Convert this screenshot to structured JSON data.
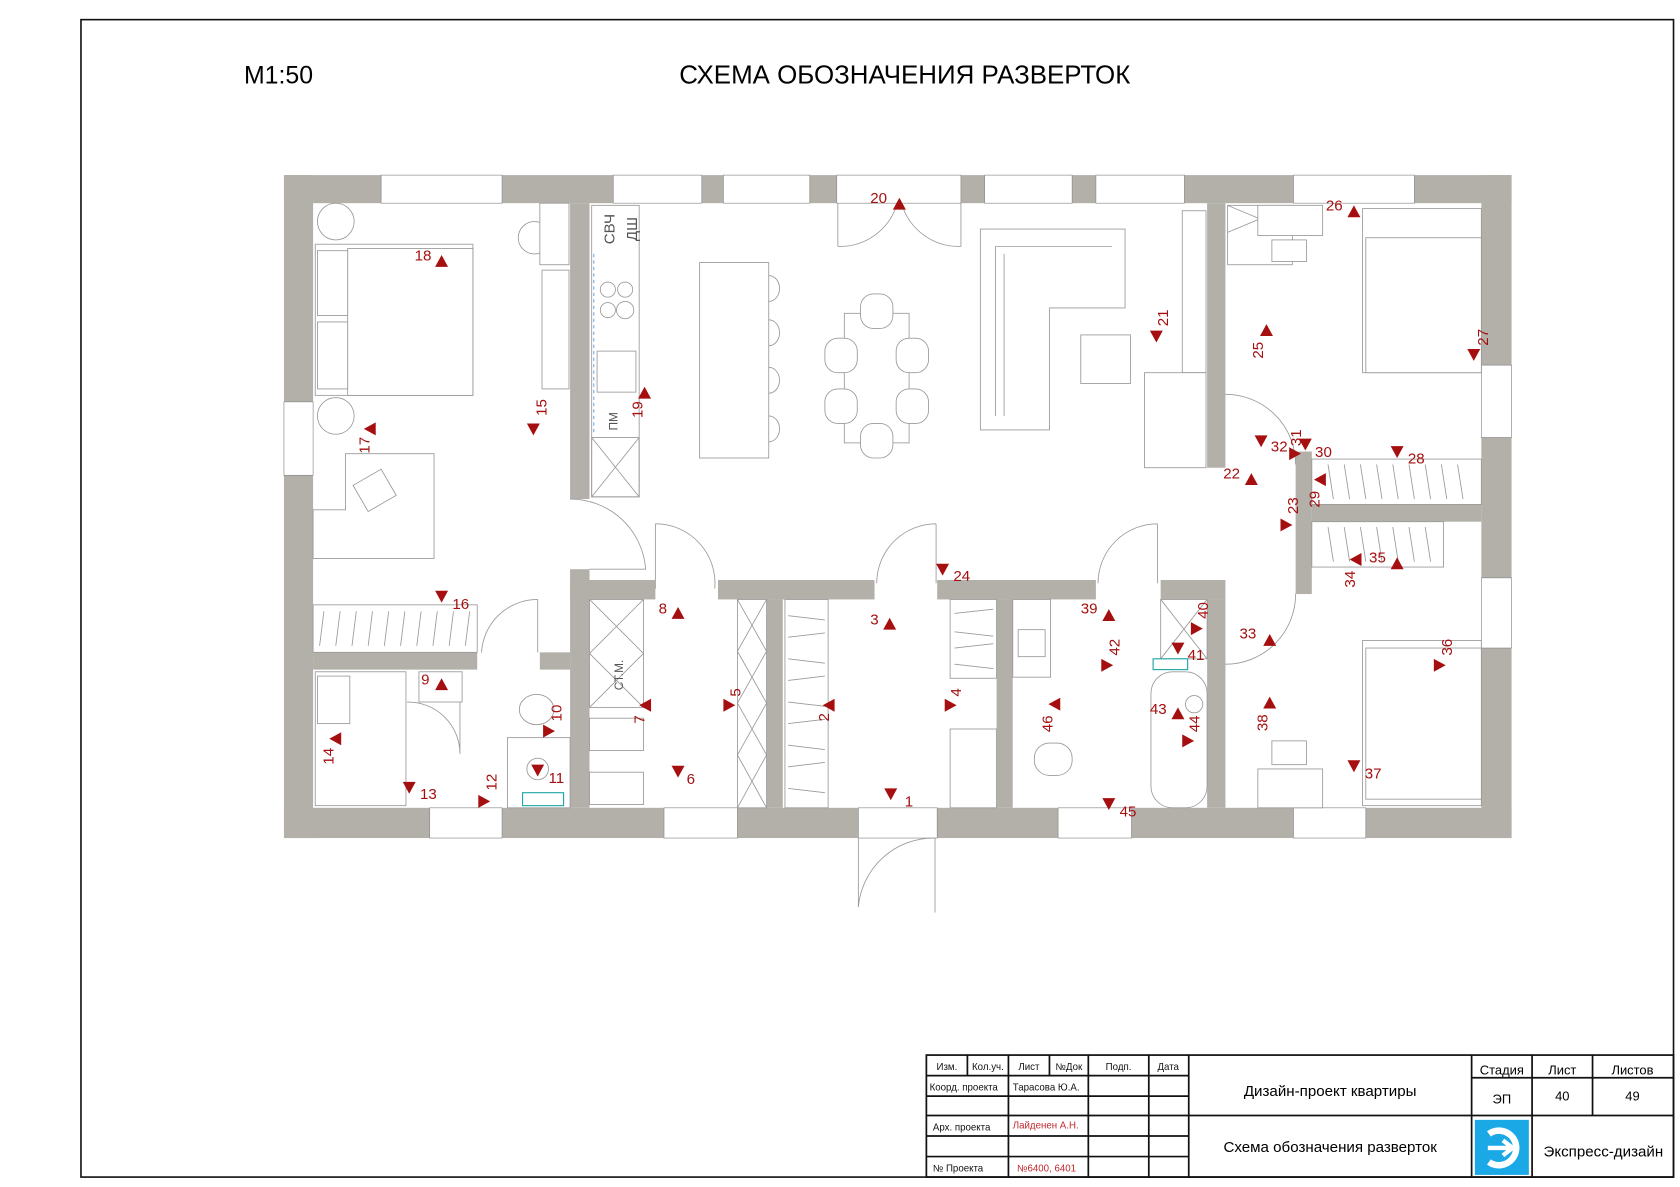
{
  "header": {
    "scale": "М1:50",
    "title": "СХЕМА ОБОЗНАЧЕНИЯ РАЗВЕРТОК"
  },
  "appliance_labels": {
    "microwave": "СВЧ",
    "dishwasher": "ДШ",
    "washer_kitchen": "ПМ",
    "washer": "СТ.М."
  },
  "markers": [
    "1",
    "2",
    "3",
    "4",
    "5",
    "6",
    "7",
    "8",
    "9",
    "10",
    "11",
    "12",
    "13",
    "14",
    "15",
    "16",
    "17",
    "18",
    "19",
    "20",
    "21",
    "22",
    "23",
    "24",
    "25",
    "26",
    "27",
    "28",
    "29",
    "30",
    "31",
    "32",
    "33",
    "34",
    "35",
    "36",
    "37",
    "38",
    "39",
    "40",
    "41",
    "42",
    "43",
    "44",
    "45",
    "46"
  ],
  "title_block": {
    "headers": [
      "Изм.",
      "Кол.уч.",
      "Лист",
      "№Док",
      "Подп.",
      "Дата"
    ],
    "coord_label": "Коорд. проекта",
    "coord_name": "Тарасова Ю.А.",
    "arch_label": "Арх. проекта",
    "arch_name": "Лайденен А.Н.",
    "project_label": "№ Проекта",
    "project_number": "№6400, 6401",
    "project_title": "Дизайн-проект квартиры",
    "sheet_title": "Схема обозначения разверток",
    "stage_label": "Стадия",
    "stage_value": "ЭП",
    "sheet_label": "Лист",
    "sheet_value": "40",
    "sheets_label": "Листов",
    "sheets_value": "49",
    "company": "Экспресс-дизайн"
  },
  "colors": {
    "marker": "#a50f0f",
    "wall": "#b3b0aa",
    "logo": "#1aa9e6",
    "red_text": "#c0282d"
  }
}
